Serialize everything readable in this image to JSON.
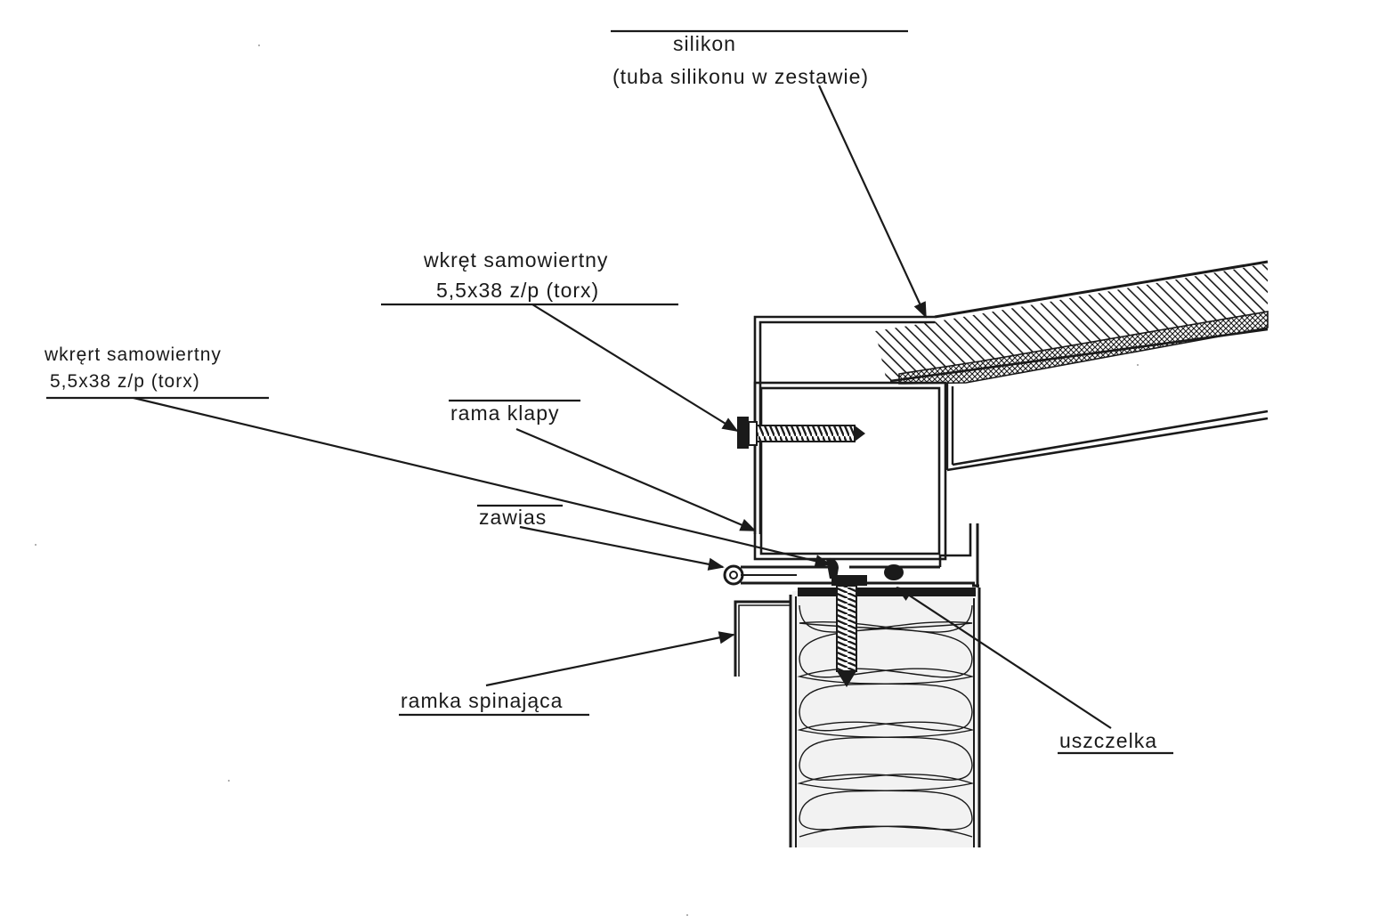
{
  "labels": {
    "silikon_1": "silikon",
    "silikon_2": "(tuba silikonu w zestawie)",
    "screw_top_1": "wkręt samowiertny",
    "screw_top_2": "5,5x38 z/p (torx)",
    "screw_left_1": "wkręrt samowiertny",
    "screw_left_2": "5,5x38 z/p (torx)",
    "rama_klapy": "rama klapy",
    "zawias": "zawias",
    "ramka_spinajaca": "ramka spinająca",
    "uszczelka": "uszczelka"
  },
  "colors": {
    "ink": "#1a1a1a",
    "insulation": "#f2f2f2",
    "paper": "#ffffff"
  }
}
